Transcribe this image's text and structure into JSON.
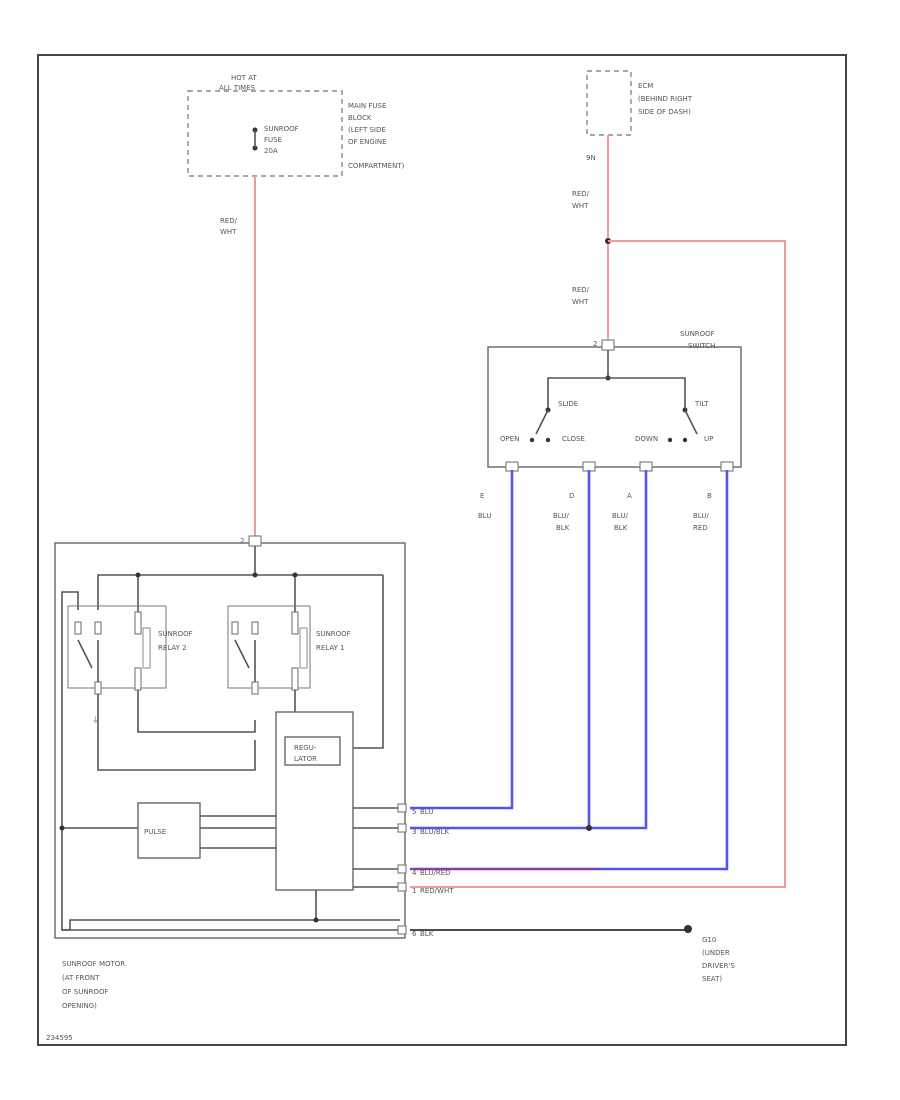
{
  "fuse_block": {
    "hot_line1": "HOT AT",
    "hot_line2": "ALL TIMES",
    "fuse_name": "SUNROOF",
    "fuse_line2": "FUSE",
    "fuse_rating": "20A",
    "location": [
      "MAIN FUSE",
      "BLOCK",
      "(LEFT SIDE",
      "OF ENGINE",
      "COMPARTMENT)"
    ]
  },
  "ecm": {
    "label": "ECM",
    "location": [
      "(BEHIND RIGHT",
      "SIDE OF DASH)"
    ],
    "pin": "9N"
  },
  "wires": {
    "fuse_wire": [
      "RED/",
      "WHT"
    ],
    "ecm_wire": [
      "RED/",
      "WHT"
    ],
    "switch_feed_wire": [
      "RED/",
      "WHT"
    ],
    "switch_outputs": [
      {
        "pin": "E",
        "color": [
          "BLU"
        ]
      },
      {
        "pin": "D",
        "color": [
          "BLU/",
          "BLK"
        ]
      },
      {
        "pin": "A",
        "color": [
          "BLU/",
          "BLK"
        ]
      },
      {
        "pin": "B",
        "color": [
          "BLU/",
          "RED"
        ]
      }
    ]
  },
  "switch": {
    "name": [
      "SUNROOF",
      "SWITCH"
    ],
    "pin": "2",
    "slide": "SLIDE",
    "tilt": "TILT",
    "positions": [
      "OPEN",
      "CLOSE",
      "DOWN",
      "UP"
    ]
  },
  "motor": {
    "pin": "2",
    "relay2": [
      "SUNROOF",
      "RELAY 2"
    ],
    "relay1": [
      "SUNROOF",
      "RELAY 1"
    ],
    "regulator": [
      "REGU-",
      "LATOR"
    ],
    "pulse": "PULSE",
    "location": [
      "SUNROOF MOTOR",
      "(AT FRONT",
      "OF SUNROOF",
      "OPENING)"
    ],
    "connector_pins": [
      {
        "pin": "5",
        "wire": "BLU"
      },
      {
        "pin": "3",
        "wire": "BLU/BLK"
      },
      {
        "pin": "4",
        "wire": "BLU/RED"
      },
      {
        "pin": "1",
        "wire": "RED/WHT"
      },
      {
        "pin": "6",
        "wire": "BLK"
      }
    ]
  },
  "ground": {
    "label": "G10",
    "location": [
      "(UNDER",
      "DRIVER'S",
      "SEAT)"
    ]
  },
  "footer_code": "234595",
  "colors": {
    "power_wire": "#f39a9a",
    "signal_wire": "#5555ee",
    "purple_wire": "#9933aa",
    "ground_wire": "#333333"
  }
}
